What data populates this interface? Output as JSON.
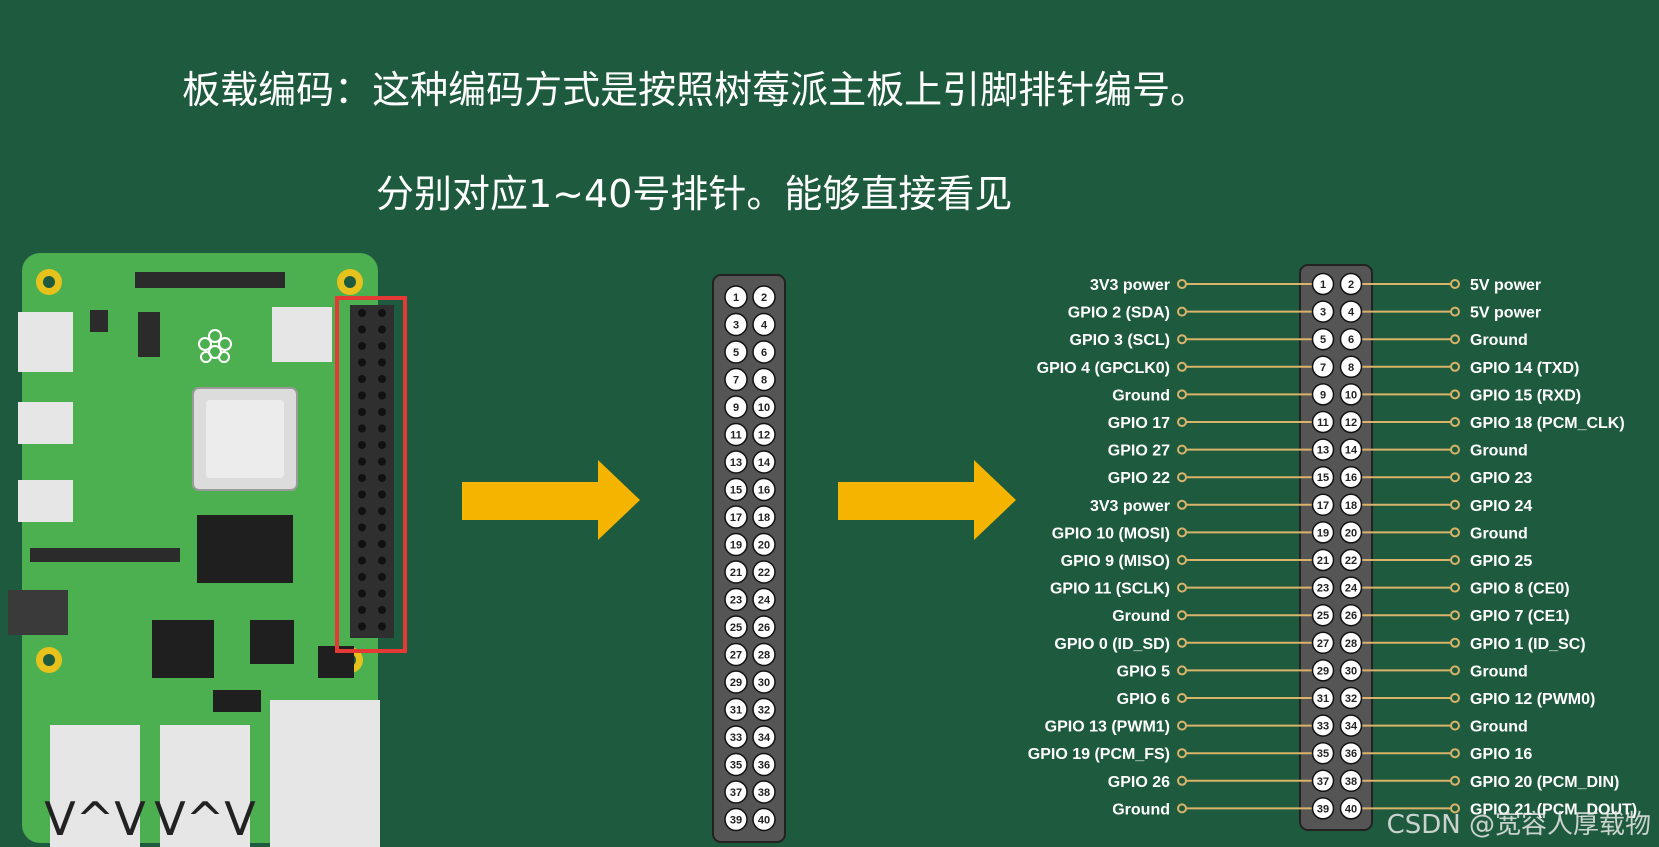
{
  "title": {
    "line1": "板载编码：这种编码方式是按照树莓派主板上引脚排针编号。",
    "line2": "分别对应1~40号排针。能够直接看见"
  },
  "watermark": "CSDN @宽容人厚载物",
  "board": {
    "port_label_1": "V^V",
    "port_label_2": "V^V"
  },
  "colors": {
    "background": "#1e5a3d",
    "board": "#4caf50",
    "arrow": "#f5b400",
    "highlight": "#e53935",
    "header": "#555555",
    "lead": "#d9b36a"
  },
  "pins": {
    "left": [
      "3V3 power",
      "GPIO 2 (SDA)",
      "GPIO 3 (SCL)",
      "GPIO 4 (GPCLK0)",
      "Ground",
      "GPIO 17",
      "GPIO 27",
      "GPIO 22",
      "3V3 power",
      "GPIO 10 (MOSI)",
      "GPIO 9 (MISO)",
      "GPIO 11 (SCLK)",
      "Ground",
      "GPIO 0 (ID_SD)",
      "GPIO 5",
      "GPIO 6",
      "GPIO 13 (PWM1)",
      "GPIO 19 (PCM_FS)",
      "GPIO 26",
      "Ground"
    ],
    "right": [
      "5V power",
      "5V power",
      "Ground",
      "GPIO 14 (TXD)",
      "GPIO 15 (RXD)",
      "GPIO 18 (PCM_CLK)",
      "Ground",
      "GPIO 23",
      "GPIO 24",
      "Ground",
      "GPIO 25",
      "GPIO 8 (CE0)",
      "GPIO 7 (CE1)",
      "GPIO 1 (ID_SC)",
      "Ground",
      "GPIO 12 (PWM0)",
      "Ground",
      "GPIO 16",
      "GPIO 20 (PCM_DIN)",
      "GPIO 21 (PCM_DOUT)"
    ]
  }
}
